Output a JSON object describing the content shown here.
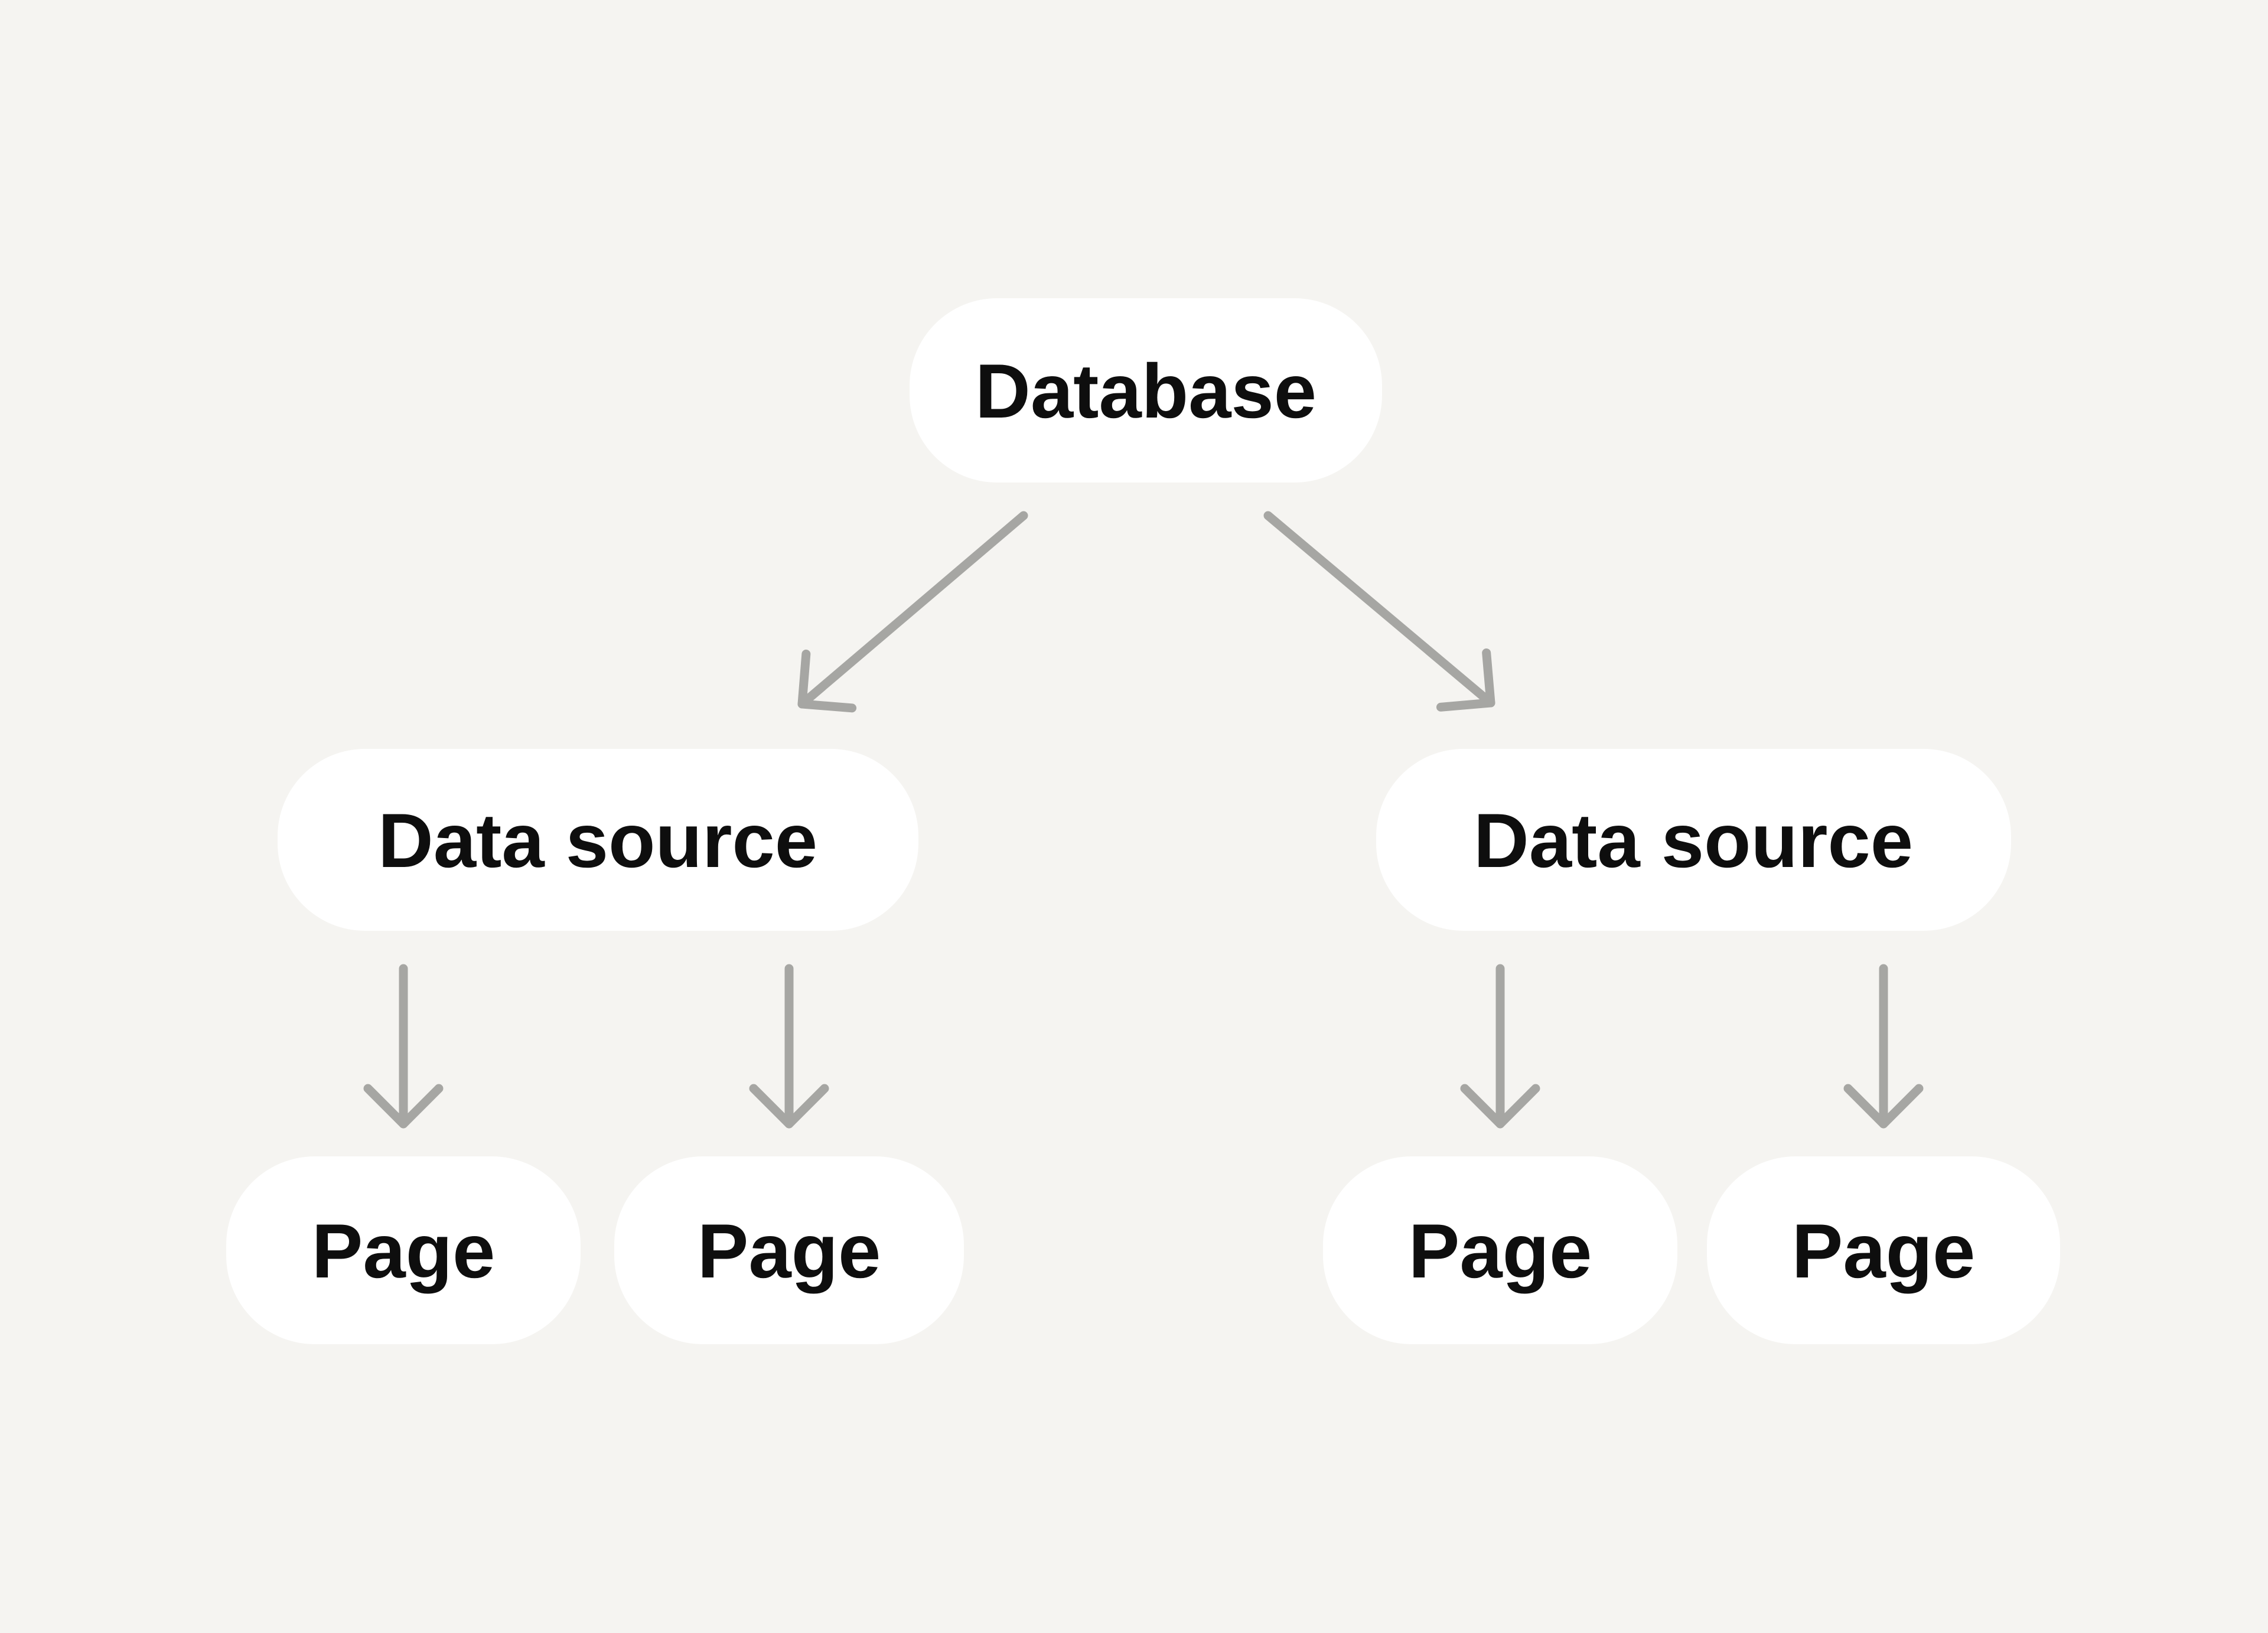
{
  "diagram": {
    "colors": {
      "background": "#F5F4F1",
      "node_fill": "#FFFFFF",
      "label_text": "#0E0E0E",
      "arrow": "#A6A6A3"
    },
    "nodes": {
      "database": {
        "label": "Database"
      },
      "data_source_left": {
        "label": "Data source"
      },
      "data_source_right": {
        "label": "Data source"
      },
      "page_1": {
        "label": "Page"
      },
      "page_2": {
        "label": "Page"
      },
      "page_3": {
        "label": "Page"
      },
      "page_4": {
        "label": "Page"
      }
    },
    "edges": [
      {
        "from": "database",
        "to": "data_source_left"
      },
      {
        "from": "database",
        "to": "data_source_right"
      },
      {
        "from": "data_source_left",
        "to": "page_1"
      },
      {
        "from": "data_source_left",
        "to": "page_2"
      },
      {
        "from": "data_source_right",
        "to": "page_3"
      },
      {
        "from": "data_source_right",
        "to": "page_4"
      }
    ]
  }
}
